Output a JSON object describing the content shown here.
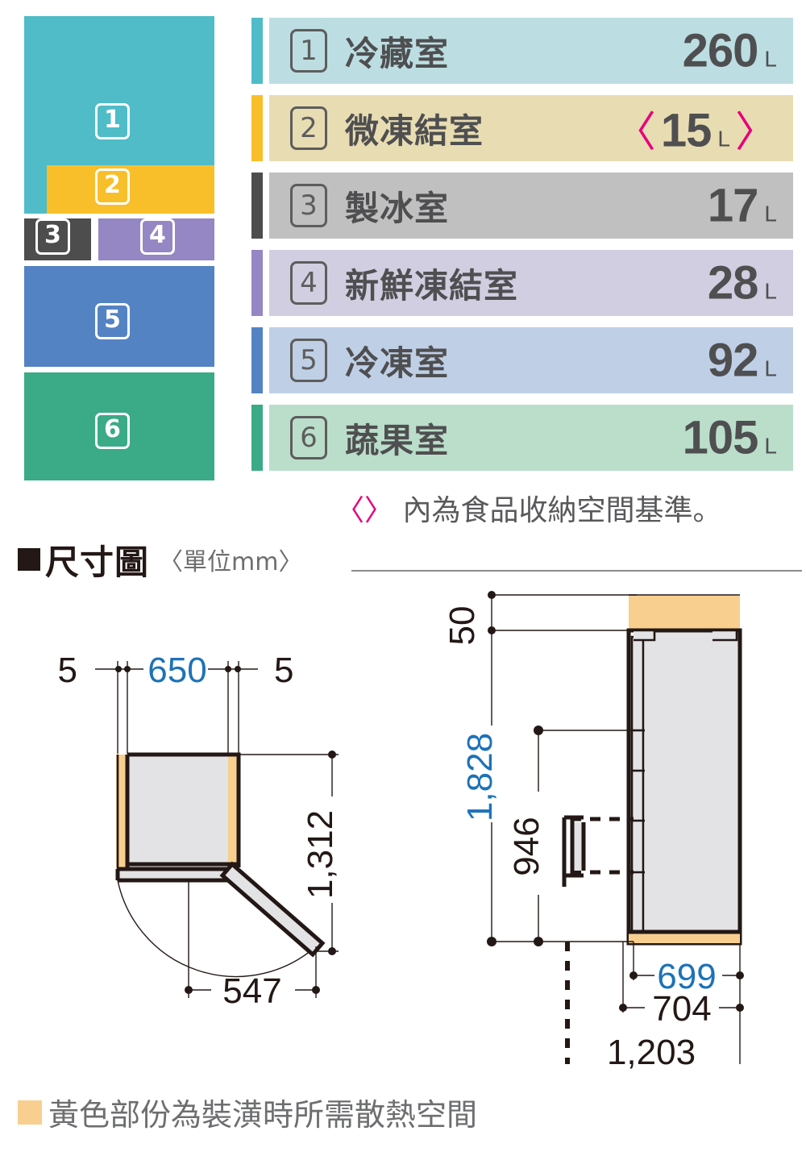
{
  "capacity": {
    "rows": [
      {
        "num": "1",
        "name": "冷藏室",
        "value": "260",
        "unit": "L",
        "bracketed": false,
        "tab": "#4fbcc8",
        "bg": "#bcdee2"
      },
      {
        "num": "2",
        "name": "微凍結室",
        "value": "15",
        "unit": "L",
        "bracketed": true,
        "tab": "#f9bf2b",
        "bg": "#e8dcb2"
      },
      {
        "num": "3",
        "name": "製冰室",
        "value": "17",
        "unit": "L",
        "bracketed": false,
        "tab": "#4d4d4d",
        "bg": "#c0c0c0"
      },
      {
        "num": "4",
        "name": "新鮮凍結室",
        "value": "28",
        "unit": "L",
        "bracketed": false,
        "tab": "#9586c4",
        "bg": "#d2cee1"
      },
      {
        "num": "5",
        "name": "冷凍室",
        "value": "92",
        "unit": "L",
        "bracketed": false,
        "tab": "#5383c3",
        "bg": "#bfcfe6"
      },
      {
        "num": "6",
        "name": "蔬果室",
        "value": "105",
        "unit": "L",
        "bracketed": false,
        "tab": "#3aab86",
        "bg": "#bbdecb"
      }
    ],
    "note_bracket_left": "〈",
    "note_bracket_right": "〉",
    "note_text": "內為食品收納空間基準。",
    "schematic": [
      {
        "num": "1",
        "color": "#4fbcc8"
      },
      {
        "num": "2",
        "color": "#f9bf2b"
      },
      {
        "num": "3",
        "color": "#4d4d4d"
      },
      {
        "num": "4",
        "color": "#9586c4"
      },
      {
        "num": "5",
        "color": "#5383c3"
      },
      {
        "num": "6",
        "color": "#3aab86"
      }
    ]
  },
  "dimensions": {
    "header_bullet": "■",
    "header_title": "尺寸圖",
    "header_unit": "〈單位mm〉",
    "top_view": {
      "left_gap": "5",
      "width": "650",
      "right_gap": "5",
      "depth_with_door": "1,312",
      "door_swing": "547"
    },
    "side_view": {
      "top_clearance": "50",
      "height_total": "1,828",
      "height_drawer": "946",
      "depth_body": "699",
      "depth_total": "704",
      "depth_with_door_open": "1,203"
    },
    "accent_blue": "#1d72b8",
    "line_dark": "#231815",
    "heat_space": "#f8cf8f",
    "body_fill": "#e3e3e5"
  },
  "legend": {
    "bullet": "■",
    "text": "黃色部份為裝潢時所需散熱空間",
    "color": "#f8cf8f"
  }
}
